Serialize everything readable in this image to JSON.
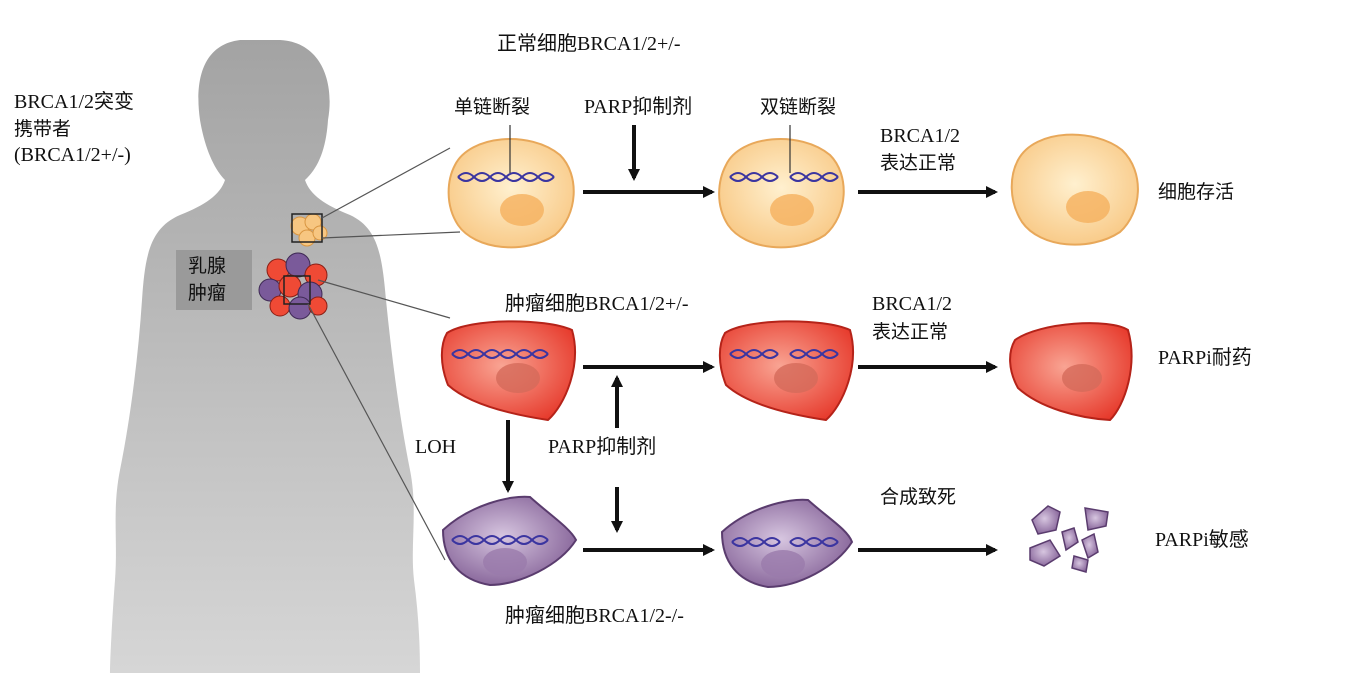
{
  "carrier_label": {
    "line1": "BRCA1/2突变",
    "line2": "携带者",
    "line3": "(BRCA1/2+/-)"
  },
  "tumor_label": {
    "line1": "乳腺",
    "line2": "肿瘤"
  },
  "rows": {
    "normal": {
      "title": "正常细胞BRCA1/2+/-",
      "ssb_label": "单链断裂",
      "parp_label": "PARP抑制剂",
      "dsb_label": "双链断裂",
      "arrow_label_line1": "BRCA1/2",
      "arrow_label_line2": "表达正常",
      "outcome": "细胞存活"
    },
    "tumor_het": {
      "title": "肿瘤细胞BRCA1/2+/-",
      "arrow_label_line1": "BRCA1/2",
      "arrow_label_line2": "表达正常",
      "outcome": "PARPi耐药"
    },
    "tumor_null": {
      "title": "肿瘤细胞BRCA1/2-/-",
      "arrow_label": "合成致死",
      "outcome": "PARPi敏感"
    }
  },
  "loh_label": "LOH",
  "parp_middle_label": "PARP抑制剂",
  "colors": {
    "normal_fill": "#fcd79a",
    "normal_stroke": "#e4a552",
    "tumor_red": "#ef4a35",
    "tumor_red_stroke": "#c8281e",
    "tumor_purple": "#8e6aa0",
    "tumor_purple_stroke": "#5e3d72",
    "dna": "#4a3fa6",
    "silhouette": "#9c9c9c"
  }
}
